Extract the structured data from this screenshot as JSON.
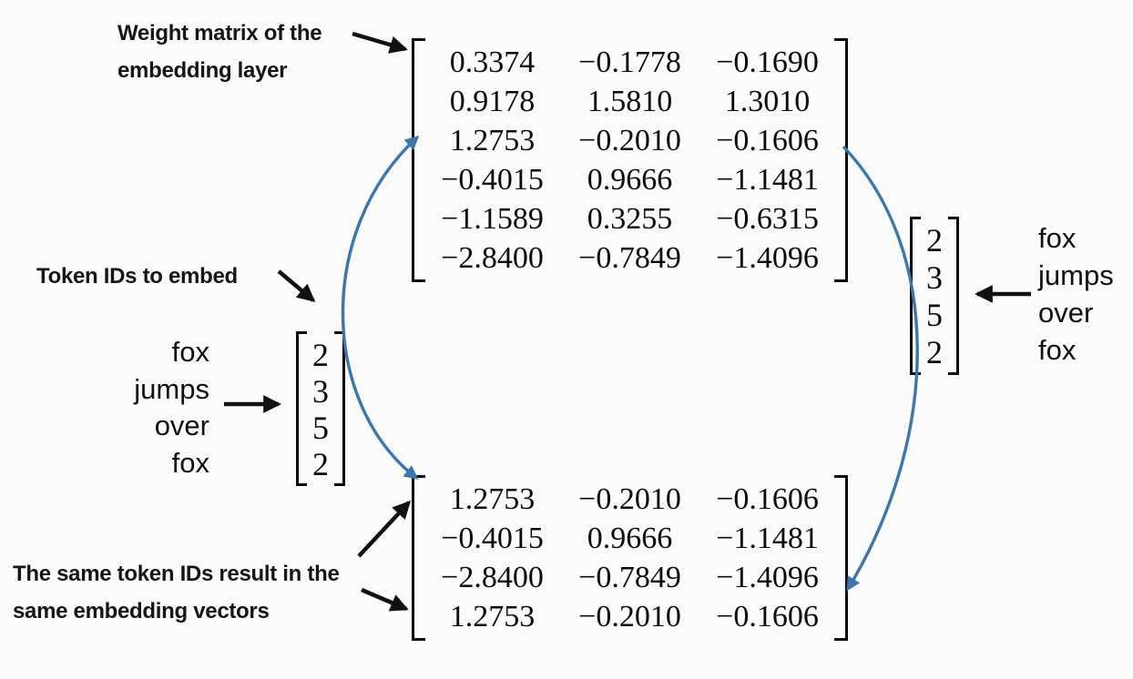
{
  "labels": {
    "weight_line1": "Weight matrix of the",
    "weight_line2": "embedding layer",
    "token_ids": "Token IDs to embed",
    "same_line1": "The same token IDs result in the",
    "same_line2": "same embedding vectors"
  },
  "weight_matrix": {
    "rows": [
      [
        "0.3374",
        "−0.1778",
        "−0.1690"
      ],
      [
        "0.9178",
        "1.5810",
        "1.3010"
      ],
      [
        "1.2753",
        "−0.2010",
        "−0.1606"
      ],
      [
        "−0.4015",
        "0.9666",
        "−1.1481"
      ],
      [
        "−1.1589",
        "0.3255",
        "−0.6315"
      ],
      [
        "−2.8400",
        "−0.7849",
        "−1.4096"
      ]
    ],
    "highlighted_row_index": 2
  },
  "left_tokens": {
    "words": [
      "fox",
      "jumps",
      "over",
      "fox"
    ],
    "ids": [
      "2",
      "3",
      "5",
      "2"
    ],
    "highlighted_index": 0
  },
  "right_tokens": {
    "words": [
      "fox",
      "jumps",
      "over",
      "fox"
    ],
    "ids": [
      "2",
      "3",
      "5",
      "2"
    ],
    "highlighted_index": 3
  },
  "output_matrix": {
    "rows": [
      [
        "1.2753",
        "−0.2010",
        "−0.1606"
      ],
      [
        "−0.4015",
        "0.9666",
        "−1.1481"
      ],
      [
        "−2.8400",
        "−0.7849",
        "−1.4096"
      ],
      [
        "1.2753",
        "−0.2010",
        "−0.1606"
      ]
    ],
    "highlighted_row_indices": [
      0,
      3
    ]
  },
  "colors": {
    "highlight_border": "#2b6cb0",
    "highlight_fill": "#e8eef6",
    "curve_blue": "#3b76ae",
    "arrow_black": "#111111"
  }
}
